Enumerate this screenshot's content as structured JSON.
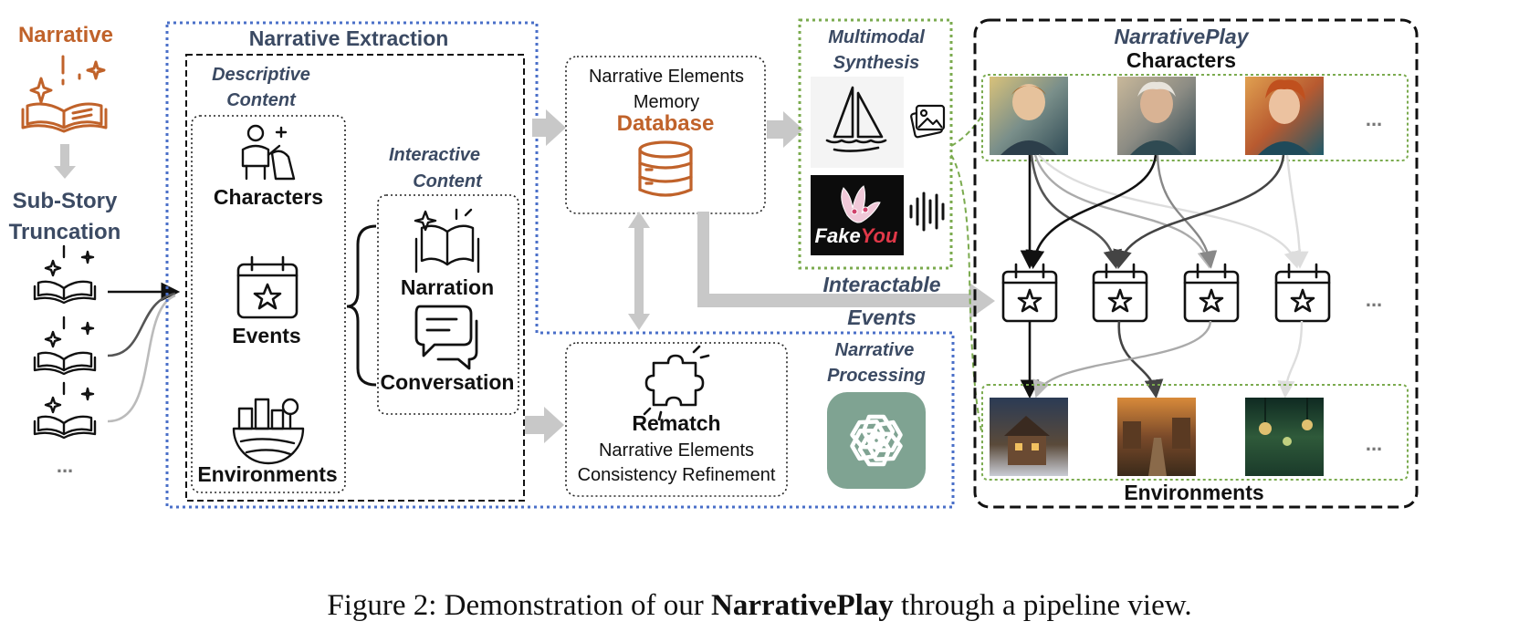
{
  "input": {
    "title": "Narrative",
    "truncation_line1": "Sub-Story",
    "truncation_line2": "Truncation",
    "more": "..."
  },
  "extraction": {
    "title": "Narrative Extraction",
    "descriptive_line1": "Descriptive",
    "descriptive_line2": "Content",
    "characters": "Characters",
    "events": "Events",
    "environments": "Environments",
    "interactive_line1": "Interactive",
    "interactive_line2": "Content",
    "narration": "Narration",
    "conversation": "Conversation"
  },
  "memory": {
    "line1": "Narrative Elements",
    "line2": "Memory",
    "database": "Database"
  },
  "synthesis": {
    "line1": "Multimodal",
    "line2": "Synthesis",
    "fakeyou_fake": "Fake",
    "fakeyou_you": "You"
  },
  "interactable": {
    "line1": "Interactable",
    "line2": "Events"
  },
  "processing": {
    "line1": "Narrative",
    "line2": "Processing"
  },
  "rematch": {
    "title": "Rematch",
    "line1": "Narrative Elements",
    "line2": "Consistency Refinement"
  },
  "play": {
    "title": "NarrativePlay",
    "characters": "Characters",
    "environments": "Environments",
    "more": "..."
  },
  "caption": {
    "prefix": "Figure 2: Demonstration of our ",
    "bold": "NarrativePlay",
    "suffix": " through a pipeline view."
  },
  "colors": {
    "orange": "#c0622a",
    "blue_dotted": "#4a6fc8",
    "green_dotted": "#7bab4f",
    "navy_text": "#3b4a63",
    "gray_arrow": "#c8c8c8",
    "openai_bg": "#7fa392"
  }
}
